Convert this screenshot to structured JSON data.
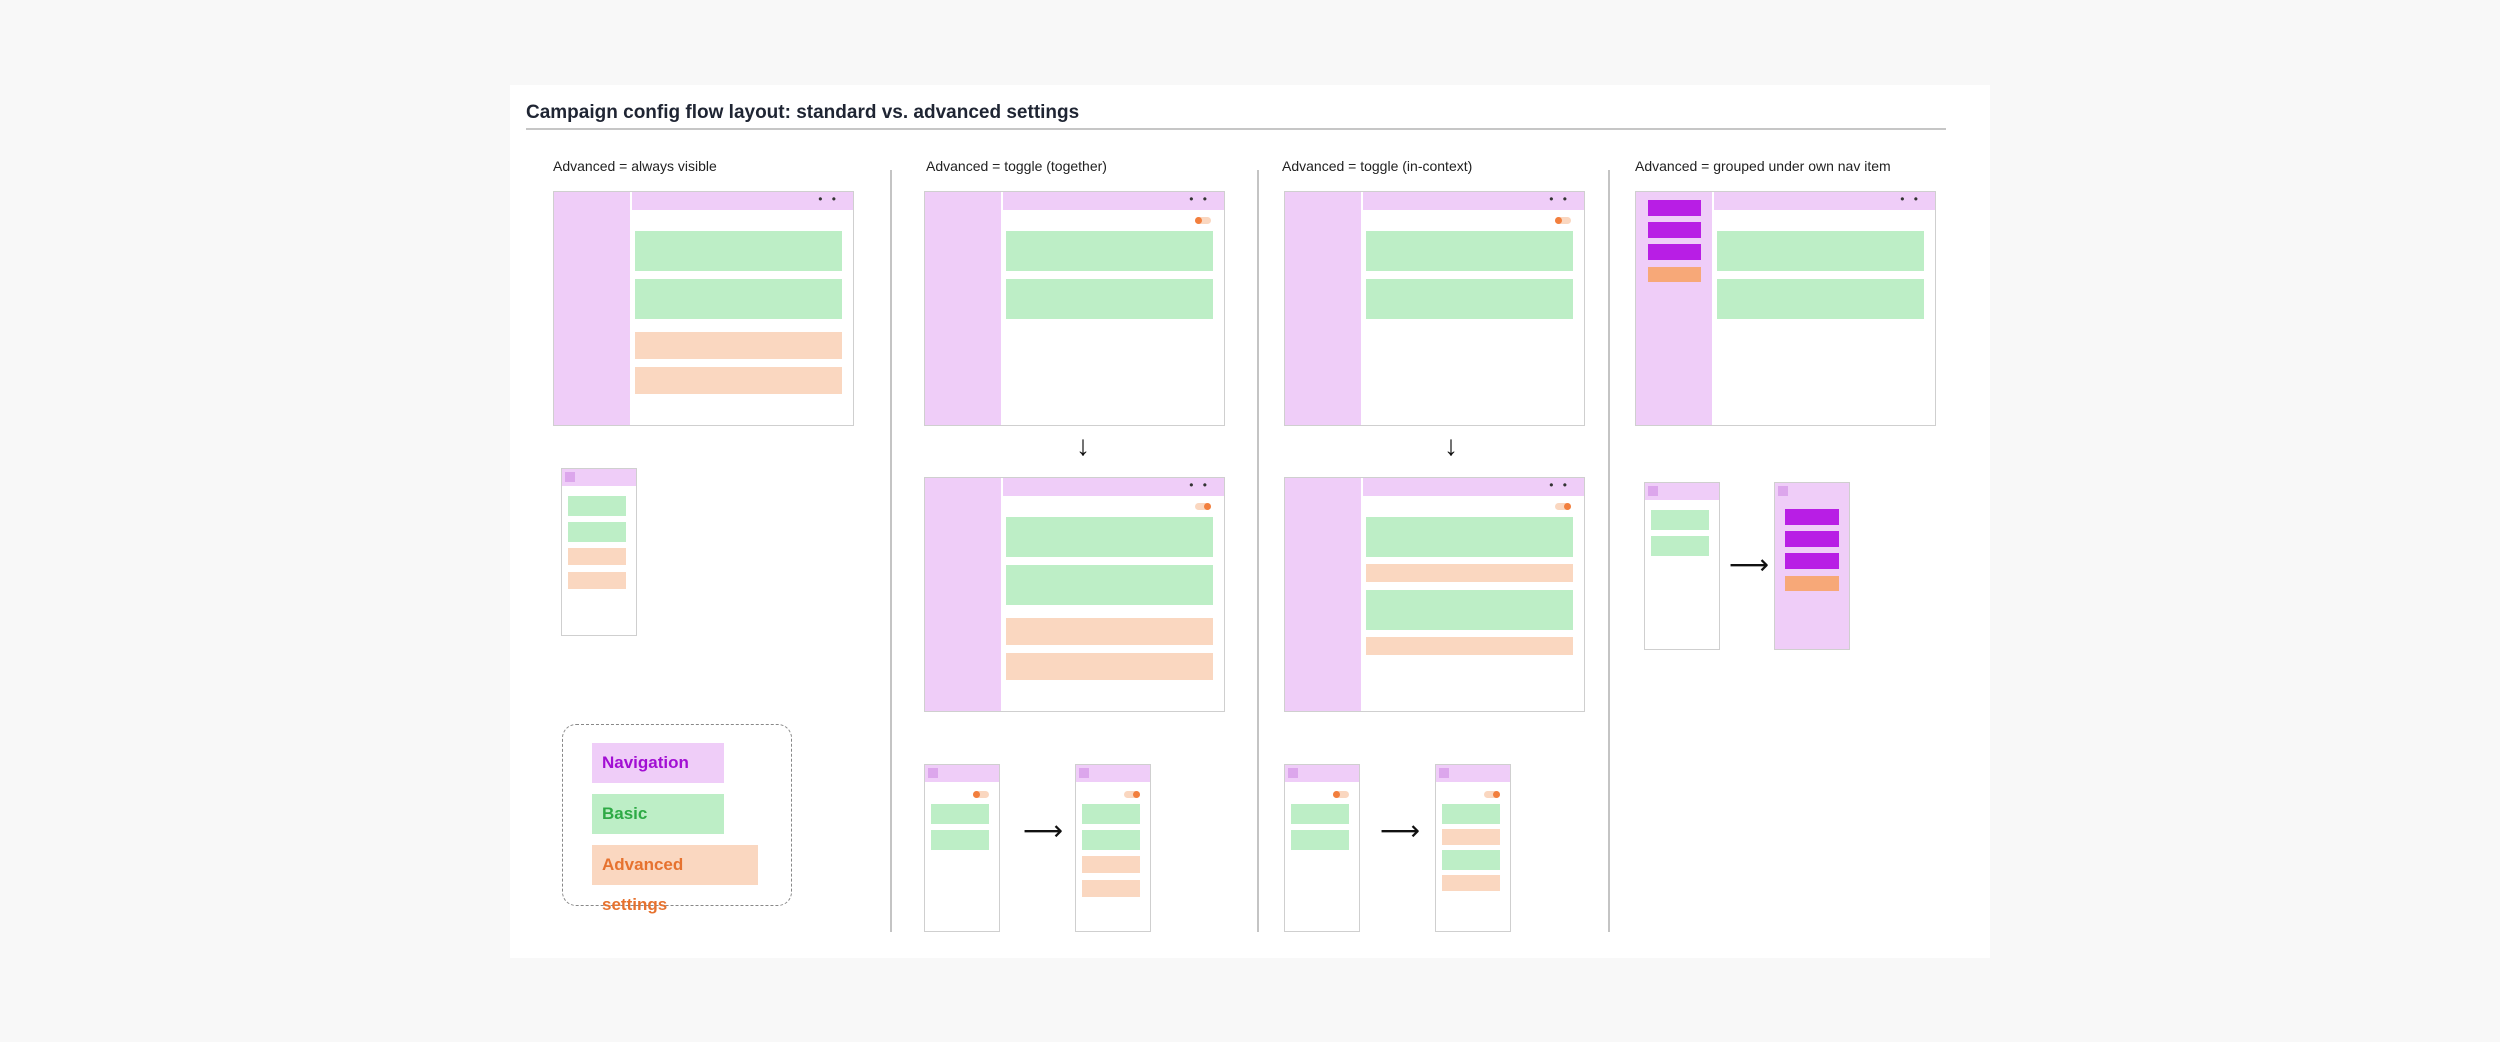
{
  "title": "Campaign config flow layout: standard vs. advanced settings",
  "columns": [
    {
      "title": "Advanced = always visible"
    },
    {
      "title": "Advanced = toggle (together)"
    },
    {
      "title": "Advanced = toggle (in-context)"
    },
    {
      "title": "Advanced = grouped under own nav item"
    }
  ],
  "header_dots": "• •",
  "arrow_down": "↓",
  "arrow_right": "⟶",
  "legend": {
    "navigation": "Navigation",
    "basic": "Basic settings",
    "advanced": "Advanced settings"
  },
  "colors": {
    "navigation": "#efcdf8",
    "navigation_text": "#a20fd3",
    "basic": "#bdeec6",
    "basic_text": "#2eaa45",
    "advanced": "#fad7c0",
    "advanced_text": "#e6722f",
    "nav_item": "#b81ee5",
    "nav_item_advanced": "#f7a878"
  }
}
